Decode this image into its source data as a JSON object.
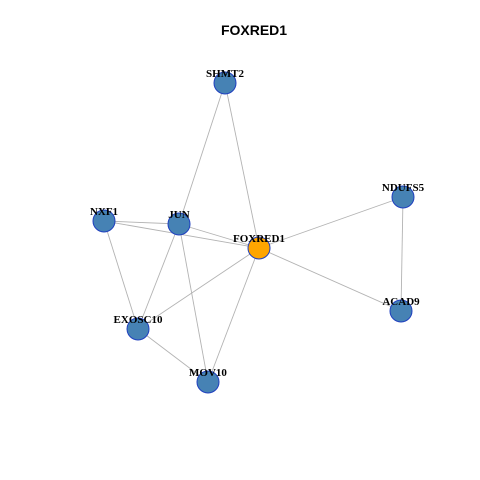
{
  "title": "FOXRED1",
  "colors": {
    "node_default": "#4682b4",
    "node_center": "#ffa500",
    "node_border": "#1f3fbf",
    "edge": "#b3b3b3"
  },
  "nodes": [
    {
      "id": "SHMT2",
      "label": "SHMT2"
    },
    {
      "id": "NDUFS5",
      "label": "NDUFS5"
    },
    {
      "id": "NXF1",
      "label": "NXF1"
    },
    {
      "id": "JUN",
      "label": "JUN"
    },
    {
      "id": "FOXRED1",
      "label": "FOXRED1",
      "center": true
    },
    {
      "id": "ACAD9",
      "label": "ACAD9"
    },
    {
      "id": "EXOSC10",
      "label": "EXOSC10"
    },
    {
      "id": "MOV10",
      "label": "MOV10"
    }
  ],
  "edges": [
    [
      "SHMT2",
      "JUN"
    ],
    [
      "SHMT2",
      "FOXRED1"
    ],
    [
      "NDUFS5",
      "FOXRED1"
    ],
    [
      "NDUFS5",
      "ACAD9"
    ],
    [
      "NXF1",
      "JUN"
    ],
    [
      "NXF1",
      "FOXRED1"
    ],
    [
      "NXF1",
      "EXOSC10"
    ],
    [
      "JUN",
      "FOXRED1"
    ],
    [
      "JUN",
      "EXOSC10"
    ],
    [
      "JUN",
      "MOV10"
    ],
    [
      "FOXRED1",
      "ACAD9"
    ],
    [
      "FOXRED1",
      "EXOSC10"
    ],
    [
      "FOXRED1",
      "MOV10"
    ],
    [
      "EXOSC10",
      "MOV10"
    ]
  ]
}
